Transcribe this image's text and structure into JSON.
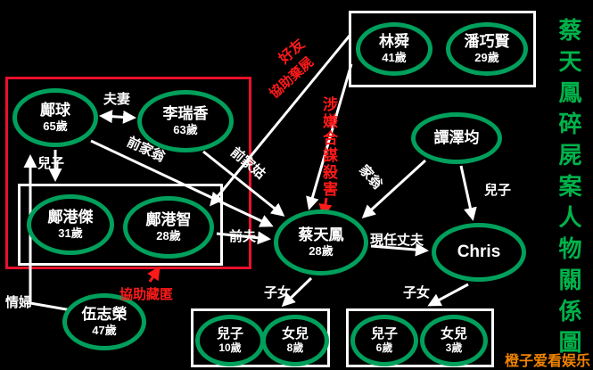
{
  "title": "蔡天鳳碎屍案人物關係圖",
  "watermark": "橙子爱看娱乐",
  "nodes": [
    {
      "name": "鄺球",
      "age": "65歲"
    },
    {
      "name": "李瑞香",
      "age": "63歲"
    },
    {
      "name": "林舜",
      "age": "41歲"
    },
    {
      "name": "潘巧賢",
      "age": "29歲"
    },
    {
      "name": "譚澤均",
      "age": ""
    },
    {
      "name": "鄺港傑",
      "age": "31歲"
    },
    {
      "name": "鄺港智",
      "age": "28歲"
    },
    {
      "name": "蔡天鳳",
      "age": "28歲"
    },
    {
      "name": "Chris",
      "age": ""
    },
    {
      "name": "伍志榮",
      "age": "47歲"
    },
    {
      "name": "兒子",
      "age": "10歲"
    },
    {
      "name": "女兒",
      "age": "8歲"
    },
    {
      "name": "兒子",
      "age": "6歲"
    },
    {
      "name": "女兒",
      "age": "3歲"
    }
  ],
  "edge_labels": {
    "spouse": "夫妻",
    "son_left": "兒子",
    "ex_father_in_law": "前家翁",
    "ex_mother_in_law": "前家姑",
    "father_in_law": "家翁",
    "son_right": "兒子",
    "ex_husband": "前夫",
    "current_husband": "現任丈夫",
    "children_left": "子女",
    "children_right": "子女",
    "mistress": "情婦"
  },
  "red_labels": {
    "good_friend": "好友",
    "help_dispose_body": "協助棄屍",
    "suspected_conspiracy_murder": "涉嫌合謀殺害",
    "help_hide": "協助藏匿"
  },
  "colors": {
    "background": "#000000",
    "node_border": "#00a05c",
    "text": "#ffffff",
    "red": "#ff1a1a",
    "red_box": "#e8112d",
    "title_green": "#00b24a",
    "watermark_orange": "#f08300"
  }
}
